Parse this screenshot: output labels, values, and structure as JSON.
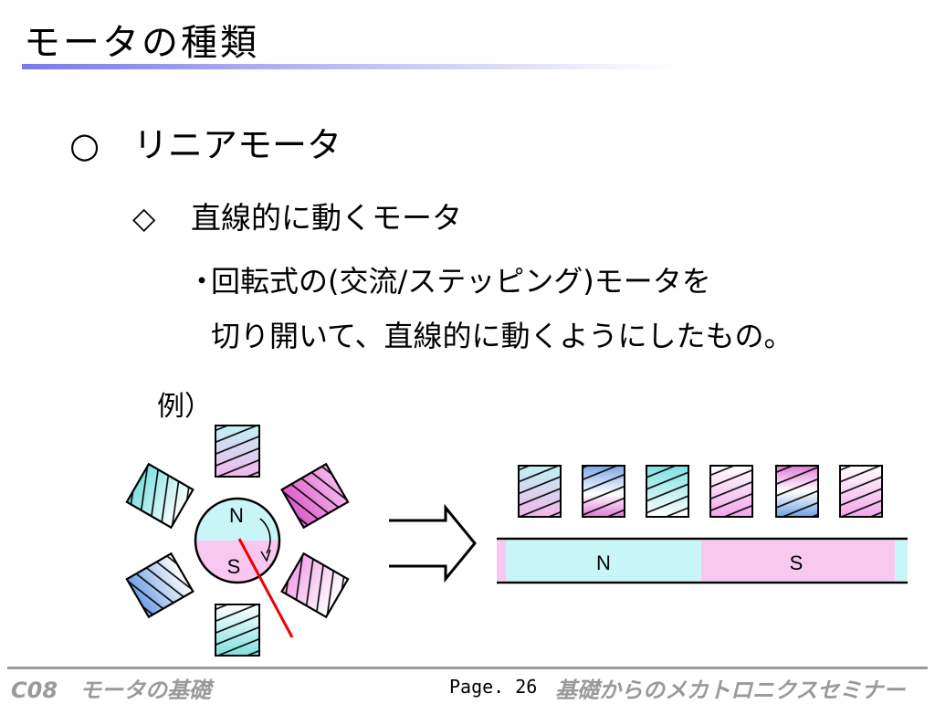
{
  "slide": {
    "title": "モータの種類",
    "level1": {
      "marker": "○",
      "text": "リニアモータ"
    },
    "level2": {
      "marker": "◇",
      "text": "直線的に動くモータ"
    },
    "level3": {
      "marker": "・",
      "line1": "回転式の(交流/ステッピング)モータを",
      "line2": "切り開いて、直線的に動くようにしたもの。"
    },
    "example_label": "例）"
  },
  "figure": {
    "rotary": {
      "north_label": "N",
      "south_label": "S"
    },
    "linear": {
      "north_label": "N",
      "south_label": "S"
    },
    "colors": {
      "cyan": "#c8f5f5",
      "pink": "#f8c8f0",
      "magenta": "#e882d8",
      "blue": "#7fa8e6",
      "red": "#ee0000"
    }
  },
  "footer": {
    "left": "C08　モータの基礎",
    "page": "Page. 26",
    "right": "基礎からのメカトロニクスセミナー"
  }
}
